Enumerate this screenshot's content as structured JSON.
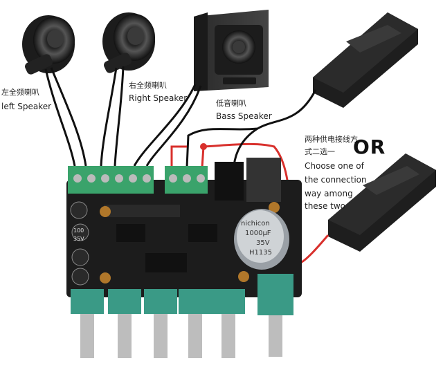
{
  "labels": {
    "left_cn": "左全频喇叭",
    "left_en": "left Speaker",
    "right_cn": "右全频喇叭",
    "right_en": "Right Speaker",
    "bass_cn": "低音喇叭",
    "bass_en": "Bass Speaker",
    "power_cn_1": "两种供电接线方",
    "power_cn_2": "式二选一",
    "power_en_1": "Choose one of",
    "power_en_2": "the connection",
    "power_en_3": "way among",
    "power_en_4": "these two",
    "or": "OR"
  },
  "capacitor": {
    "brand": "nichicon",
    "value": "1000μF",
    "voltage": "35V",
    "code": "H1135",
    "small_1": "100",
    "small_2": "35V"
  },
  "colors": {
    "board": "#1c1c1c",
    "terminal": "#3aa36b",
    "knob": "#3a9a86",
    "wire_red": "#d8302c",
    "wire_black": "#111111",
    "adapter": "#1e1e1e"
  }
}
